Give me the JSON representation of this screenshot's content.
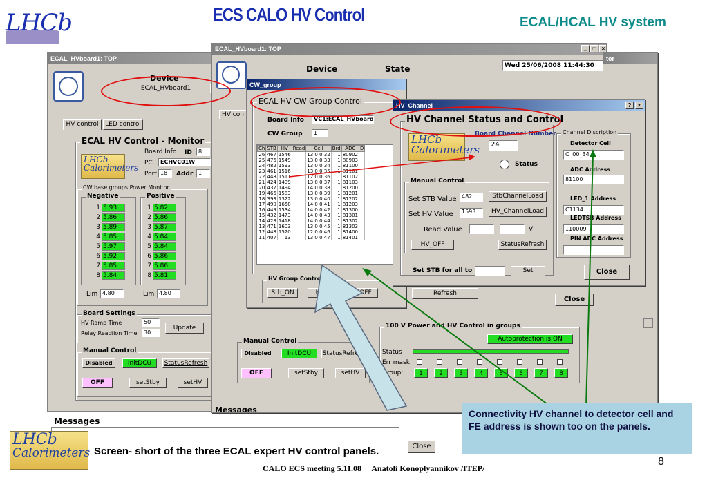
{
  "slide": {
    "title": "ECS CALO HV Control",
    "subtitle": "ECAL/HCAL HV system",
    "logo_text": "LHCb",
    "caption": "Screen- short of the three ECAL expert  HV control panels.",
    "footer": "CALO ECS meeting 5.11.08     Anatoli Konoplyannikov /ITEP/",
    "callout": "Connectivity HV channel to detector cell and FE address is shown too on the panels.",
    "page_number": "8",
    "brand_color": "#1a2fb0",
    "callout_bg": "#a9d3e3"
  },
  "calo_logo": {
    "line1": "LHCb",
    "line2": "Calorimeters"
  },
  "win_top_left": {
    "title": "ECAL_HVboard1: TOP",
    "device_label": "Device",
    "device_value": "ECAL_HVboard1",
    "tabs": [
      "HV control",
      "LED control"
    ],
    "monitor_title": "ECAL HV Control - Monitor",
    "board_info_label": "Board Info",
    "id_label": "ID",
    "id_value": "8",
    "pc_label": "PC",
    "pc_value": "ECHVC01W",
    "port_label": "Port",
    "port_value": "18",
    "addr_label": "Addr",
    "addr_value": "1",
    "cw_group_title": "CW base groups Power Monitor",
    "negative_label": "Negative",
    "positive_label": "Positive",
    "negative": [
      {
        "n": "1",
        "v": "5.93"
      },
      {
        "n": "2",
        "v": "5.86"
      },
      {
        "n": "3",
        "v": "5.89"
      },
      {
        "n": "4",
        "v": "5.85"
      },
      {
        "n": "5",
        "v": "5.97"
      },
      {
        "n": "6",
        "v": "5.92"
      },
      {
        "n": "7",
        "v": "5.85"
      },
      {
        "n": "8",
        "v": "5.84"
      }
    ],
    "positive": [
      {
        "n": "1",
        "v": "5.82"
      },
      {
        "n": "2",
        "v": "5.86"
      },
      {
        "n": "3",
        "v": "5.87"
      },
      {
        "n": "4",
        "v": "5.84"
      },
      {
        "n": "5",
        "v": "5.84"
      },
      {
        "n": "6",
        "v": "5.86"
      },
      {
        "n": "7",
        "v": "5.86"
      },
      {
        "n": "8",
        "v": "5.81"
      }
    ],
    "lim_label": "Lim",
    "lim_neg": "4.80",
    "lim_pos": "4.80",
    "board_settings_title": "Board Settings",
    "ramp_label": "HV Ramp Time",
    "ramp_value": "50",
    "relay_label": "Relay Reaction Time",
    "relay_value": "30",
    "update_btn": "Update",
    "manual_title": "Manual Control",
    "disabled_btn": "Disabled",
    "initdcu_btn": "InitDCU",
    "statusrefresh_btn": "StatusRefresh",
    "off_btn": "OFF",
    "setstby_btn": "setStby",
    "sethv_btn": "setHV",
    "messages_label": "Messages"
  },
  "win_top_mid": {
    "title": "ECAL_HVboard1: TOP",
    "device_label": "Device",
    "state_label": "State",
    "datetime": "Wed 25/06/2008     11:44:30",
    "hv_con_tab": "HV con",
    "power_title": "100 V Power and HV Control in groups",
    "autoprotection": "Autoprotection is ON",
    "status_label": "Status",
    "errmask_label": "Err mask",
    "group_label": "Group:",
    "groups": [
      "1",
      "2",
      "3",
      "4",
      "5",
      "6",
      "7",
      "8"
    ],
    "manual_title": "Manual Control",
    "disabled_btn": "Disabled",
    "initdcu_btn": "InitDCU",
    "statusrefresh_btn": "StatusRefresh",
    "off_btn": "OFF",
    "setstby_btn": "setStby",
    "sethv_btn": "setHV",
    "close_btn": "Close",
    "messages_label": "Messages",
    "close2_btn": "Close"
  },
  "win_cw": {
    "title": "CW_group",
    "group_title": "ECAL HV CW Group Control",
    "board_info_label": "Board Info",
    "board_info_value": "VC1:ECAL_HVboard1",
    "cw_group_label": "CW Group",
    "cw_group_value": "1",
    "columns": [
      "Ch",
      "STB",
      "HV",
      "Read",
      "Cell",
      "Brd",
      "ADC",
      "D"
    ],
    "rows": [
      [
        "26",
        "467",
        "1546",
        "13 0 0 32",
        "1",
        "80902"
      ],
      [
        "25",
        "476",
        "1549",
        "13 0 0 33",
        "1",
        "80903"
      ],
      [
        "24",
        "482",
        "1593",
        "13 0 0 34",
        "1",
        "81100"
      ],
      [
        "23",
        "461",
        "1516",
        "13 0 0 35",
        "1",
        "81101"
      ],
      [
        "22",
        "448",
        "1511",
        "12 0 0 36",
        "1",
        "81102"
      ],
      [
        "21",
        "424",
        "1409",
        "13 0 0 37",
        "1",
        "81103"
      ],
      [
        "20",
        "437",
        "1494",
        "14 0 0 38",
        "1",
        "81200"
      ],
      [
        "19",
        "466",
        "1583",
        "13 0 0 39",
        "1",
        "81201"
      ],
      [
        "18",
        "393",
        "1322",
        "13 0 0 40",
        "1",
        "81202"
      ],
      [
        "17",
        "490",
        "1658",
        "14 0 0 41",
        "1",
        "81203"
      ],
      [
        "16",
        "449",
        "1534",
        "14 0 0 42",
        "1",
        "81300"
      ],
      [
        "15",
        "432",
        "1473",
        "14 0 0 43",
        "1",
        "81301"
      ],
      [
        "14",
        "428",
        "1418",
        "14 0 0 44",
        "1",
        "81302"
      ],
      [
        "13",
        "471",
        "1603",
        "13 0 0 45",
        "1",
        "81303"
      ],
      [
        "12",
        "448",
        "1520",
        "12 0 0 46",
        "1",
        "81400"
      ],
      [
        "11",
        "407",
        "13",
        "13 0 0 47",
        "1",
        "81401"
      ]
    ],
    "hv_group_title": "HV Group Control",
    "stb_on_btn": "Stb_ON",
    "hv_btn": "H",
    "off_btn": "OFF",
    "refresh_btn": "Refresh"
  },
  "win_hv": {
    "title": "HV_Channel",
    "status_title": "HV Channel Status and Control",
    "board_channel_label": "Board Channel Number",
    "board_channel_value": "24",
    "status_label": "Status",
    "manual_title": "Manual  Control",
    "set_stb_label": "Set STB Value",
    "set_stb_value": "482",
    "stb_load_btn": "StbChannelLoad",
    "set_hv_label": "Set HV Value",
    "set_hv_value": "1593",
    "hv_load_btn": "HV_ChannelLoad",
    "read_value_label": "Read Value",
    "v_label": "V",
    "hv_off_btn": "HV_OFF",
    "status_refresh_btn": "StatusRefresh",
    "set_stb_all_label": "Set STB for all to",
    "set_btn": "Set",
    "desc_title": "Channel Discription",
    "detector_cell_label": "Detector Cell",
    "detector_cell_value": "O_00_34",
    "adc_label": "ADC Address",
    "adc_value": "81100",
    "led1_label": "LED_1 Address",
    "led1_value": "C1134",
    "ledtsb_label": "LEDTSB Address",
    "ledtsb_value": "110009",
    "pin_label": "PIN ADC Address",
    "pin_value": "",
    "close_btn": "Close"
  },
  "win_right": {
    "title": "tor"
  }
}
